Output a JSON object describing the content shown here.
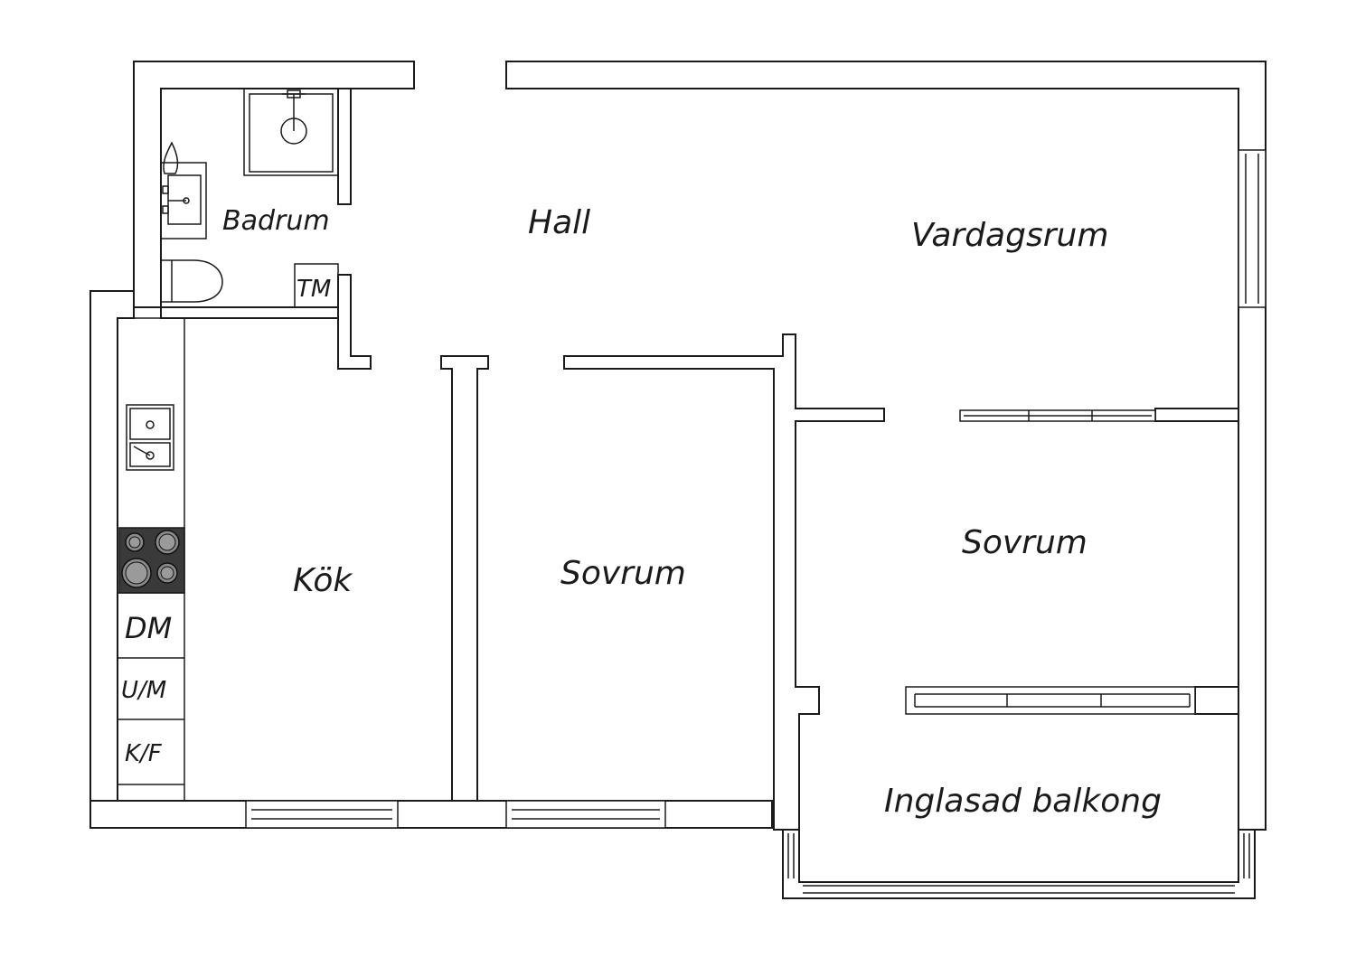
{
  "rooms": {
    "badrum": "Badrum",
    "hall": "Hall",
    "vardagsrum": "Vardagsrum",
    "kok": "Kök",
    "sovrum_middle": "Sovrum",
    "sovrum_right": "Sovrum",
    "balkong": "Inglasad balkong"
  },
  "appliances": {
    "tm": "TM",
    "dm": "DM",
    "um": "U/M",
    "kf": "K/F"
  },
  "colors": {
    "line": "#1a1a1a",
    "stove": "#3a3a3a",
    "background": "#ffffff"
  }
}
